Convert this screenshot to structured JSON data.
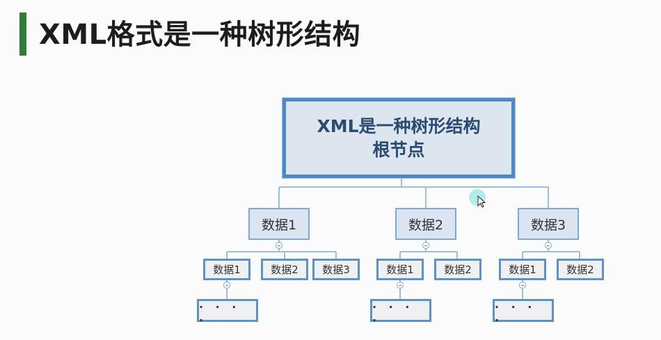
{
  "slide": {
    "title": "XML格式是一种树形结构"
  },
  "diagram": {
    "root": {
      "line1": "XML是一种树形结构",
      "line2": "根节点"
    },
    "branches": [
      {
        "label": "数据1",
        "children": [
          "数据1",
          "数据2",
          "数据3"
        ],
        "leaf": ". . . ."
      },
      {
        "label": "数据2",
        "children": [
          "数据1",
          "数据2"
        ],
        "leaf": ". . . ."
      },
      {
        "label": "数据3",
        "children": [
          "数据1",
          "数据2"
        ],
        "leaf": ". . . ."
      }
    ]
  },
  "colors": {
    "accent_bar": "#2e7d32",
    "connector": "#9bbfe0",
    "node_border": "#5d92c8"
  }
}
